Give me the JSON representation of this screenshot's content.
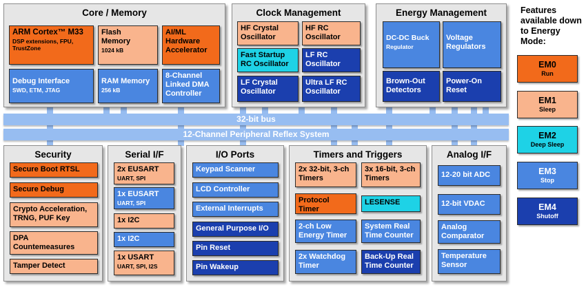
{
  "core": {
    "title": "Core / Memory",
    "arm_title": "ARM Cortex™ M33",
    "arm_sub": "DSP extensions, FPU, TrustZone",
    "flash_title": "Flash Memory",
    "flash_sub": "1024 kB",
    "aiml": "AI/ML Hardware Accelerator",
    "debug_title": "Debug Interface",
    "debug_sub": "SWD, ETM, JTAG",
    "ram_title": "RAM Memory",
    "ram_sub": "256 kB",
    "dma": "8-Channel Linked DMA Controller"
  },
  "clock": {
    "title": "Clock Management",
    "hf_crystal": "HF Crystal Oscillator",
    "hf_rc": "HF RC Oscillator",
    "fast_startup": "Fast Startup RC Oscillator",
    "lf_rc": "LF RC Oscillator",
    "lf_crystal": "LF Crystal Oscillator",
    "ultra_lf_rc": "Ultra LF RC Oscillator"
  },
  "energy": {
    "title": "Energy Management",
    "dcdc_title": "DC-DC Buck",
    "dcdc_sub": "Regulator",
    "voltage_regulators": "Voltage Regulators",
    "brownout": "Brown-Out Detectors",
    "poweron": "Power-On Reset"
  },
  "buses": {
    "bus32": "32-bit bus",
    "prs": "12-Channel Peripheral Reflex System"
  },
  "security": {
    "title": "Security",
    "secure_boot": "Secure Boot RTSL",
    "secure_debug": "Secure Debug",
    "crypto": "Crypto Acceleration, TRNG, PUF Key",
    "dpa": "DPA Countemeasures",
    "tamper": "Tamper Detect"
  },
  "serial": {
    "title": "Serial I/F",
    "eusart2_title": "2x EUSART",
    "eusart2_sub": "UART, SPI",
    "eusart1_title": "1x EUSART",
    "eusart1_sub": "UART, SPI",
    "i2c_a": "1x I2C",
    "i2c_b": "1x I2C",
    "usart_title": "1x USART",
    "usart_sub": "UART, SPI, I2S"
  },
  "io": {
    "title": "I/O Ports",
    "keypad": "Keypad Scanner",
    "lcd": "LCD Controller",
    "ext_int": "External Interrupts",
    "gpio": "General Purpose I/O",
    "pin_reset": "Pin Reset",
    "pin_wakeup": "Pin Wakeup"
  },
  "timers": {
    "title": "Timers and Triggers",
    "t32": "2x 32-bit, 3-ch Timers",
    "t16": "3x 16-bit, 3-ch Timers",
    "protocol": "Protocol Timer",
    "lesense": "LESENSE",
    "lowenergy": "2-ch Low Energy Timer",
    "rtc": "System Real Time Counter",
    "watchdog": "2x Watchdog Timer",
    "backup_rtc": "Back-Up Real Time Counter"
  },
  "analog": {
    "title": "Analog I/F",
    "adc": "12-20 bit ADC",
    "vdac": "12-bit VDAC",
    "comparator": "Analog Comparator",
    "temp": "Temperature Sensor"
  },
  "legend": {
    "title": "Features available down to Energy Mode:",
    "items": [
      {
        "name": "EM0",
        "desc": "Run",
        "color": "#f26a1b"
      },
      {
        "name": "EM1",
        "desc": "Sleep",
        "color": "#f9b48d"
      },
      {
        "name": "EM2",
        "desc": "Deep Sleep",
        "color": "#1ed2e6"
      },
      {
        "name": "EM3",
        "desc": "Stop",
        "color": "#4a86e0"
      },
      {
        "name": "EM4",
        "desc": "Shutoff",
        "color": "#1b3fae"
      }
    ]
  },
  "colors": {
    "em0": "#f26a1b",
    "em1": "#f9b48d",
    "em2": "#1ed2e6",
    "em3": "#4a86e0",
    "em4": "#1b3fae",
    "bus": "#97bdf1",
    "panel": "#e6e6e6"
  }
}
